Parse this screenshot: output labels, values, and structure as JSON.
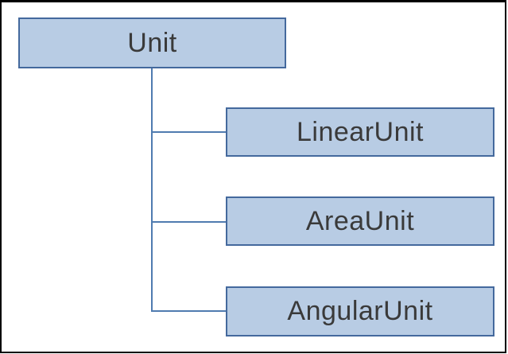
{
  "diagram": {
    "type": "class-hierarchy",
    "nodes": [
      {
        "id": "unit",
        "label": "Unit",
        "role": "parent"
      },
      {
        "id": "linear-unit",
        "label": "LinearUnit",
        "role": "child"
      },
      {
        "id": "area-unit",
        "label": "AreaUnit",
        "role": "child"
      },
      {
        "id": "angular-unit",
        "label": "AngularUnit",
        "role": "child"
      }
    ],
    "edges": [
      {
        "from": "unit",
        "to": "linear-unit"
      },
      {
        "from": "unit",
        "to": "area-unit"
      },
      {
        "from": "unit",
        "to": "angular-unit"
      }
    ]
  },
  "colors": {
    "frame": "#000000",
    "page_bg": "#ffffff",
    "box_fill": "#b8cce4",
    "box_border": "#44699d",
    "connector": "#4f7bb0",
    "text": "#3a3a3a"
  }
}
